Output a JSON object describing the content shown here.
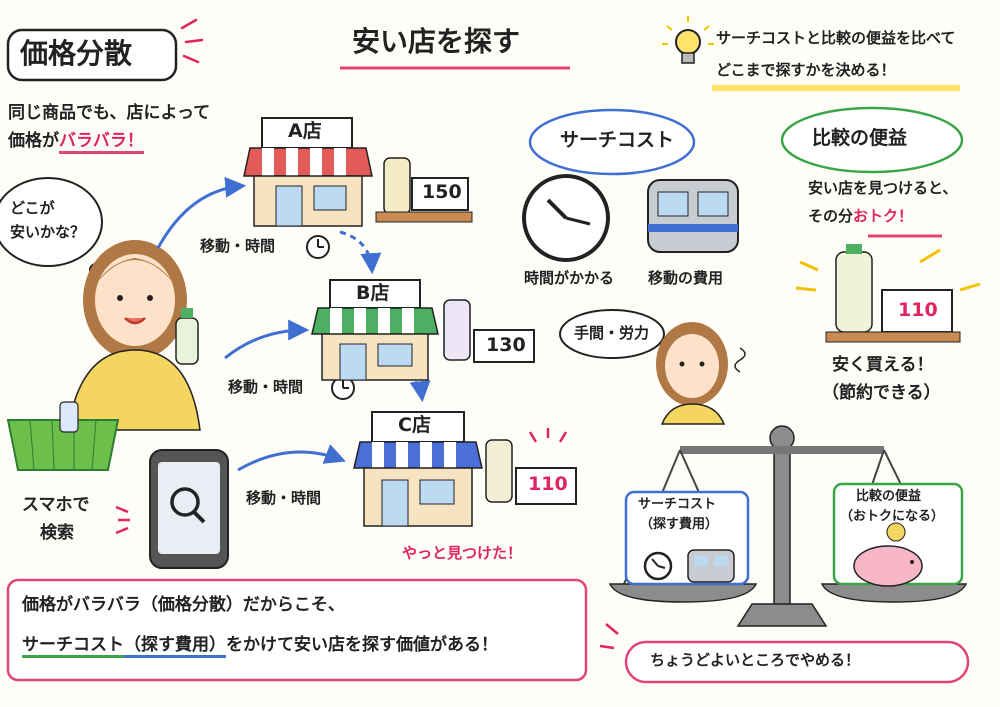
{
  "title": "安い店を探す",
  "concept": {
    "heading": "価格分散",
    "desc_line1": "同じ商品でも、店によって",
    "desc_line2_prefix": "価格が",
    "desc_line2_emph": "バラバラ！"
  },
  "tip": {
    "line1": "サーチコストと比較の便益を比べて",
    "line2": "どこまで探すかを決める！"
  },
  "shopper": {
    "thought_line1": "どこが",
    "thought_line2": "安いかな？",
    "phone_label_line1": "スマホで",
    "phone_label_line2": "検索"
  },
  "stores": [
    {
      "name": "A店",
      "price": "150"
    },
    {
      "name": "B店",
      "price": "130"
    },
    {
      "name": "C店",
      "price": "110"
    }
  ],
  "move_label": "移動・時間",
  "found_label": "やっと見つけた！",
  "search_cost": {
    "heading": "サーチコスト",
    "time_label": "時間がかかる",
    "travel_label": "移動の費用",
    "effort_label": "手間・労力"
  },
  "benefit": {
    "heading": "比較の便益",
    "desc_line1": "安い店を見つけると、",
    "desc_line2_prefix": "その分",
    "desc_line2_emph": "おトク！",
    "price": "110",
    "result_line1": "安く買える！",
    "result_line2": "（節約できる）"
  },
  "scale": {
    "left_line1": "サーチコスト",
    "left_line2": "（探す費用）",
    "right_line1": "比較の便益",
    "right_line2": "（おトクになる）",
    "stop_label": "ちょうどよいところでやめる！"
  },
  "summary": {
    "line1": "価格がバラバラ（価格分散）だからこそ、",
    "line2_a": "サーチコスト",
    "line2_b": "（探す費用）",
    "line2_c": "をかけて安い店を探す価値がある！"
  },
  "colors": {
    "accent_pink": "#e0245e",
    "underline_green": "#3aa64a",
    "arrow_blue": "#3f6fd0",
    "awning_a": "#e35a5a",
    "awning_b": "#4caf62",
    "awning_c": "#4a6fd8"
  }
}
